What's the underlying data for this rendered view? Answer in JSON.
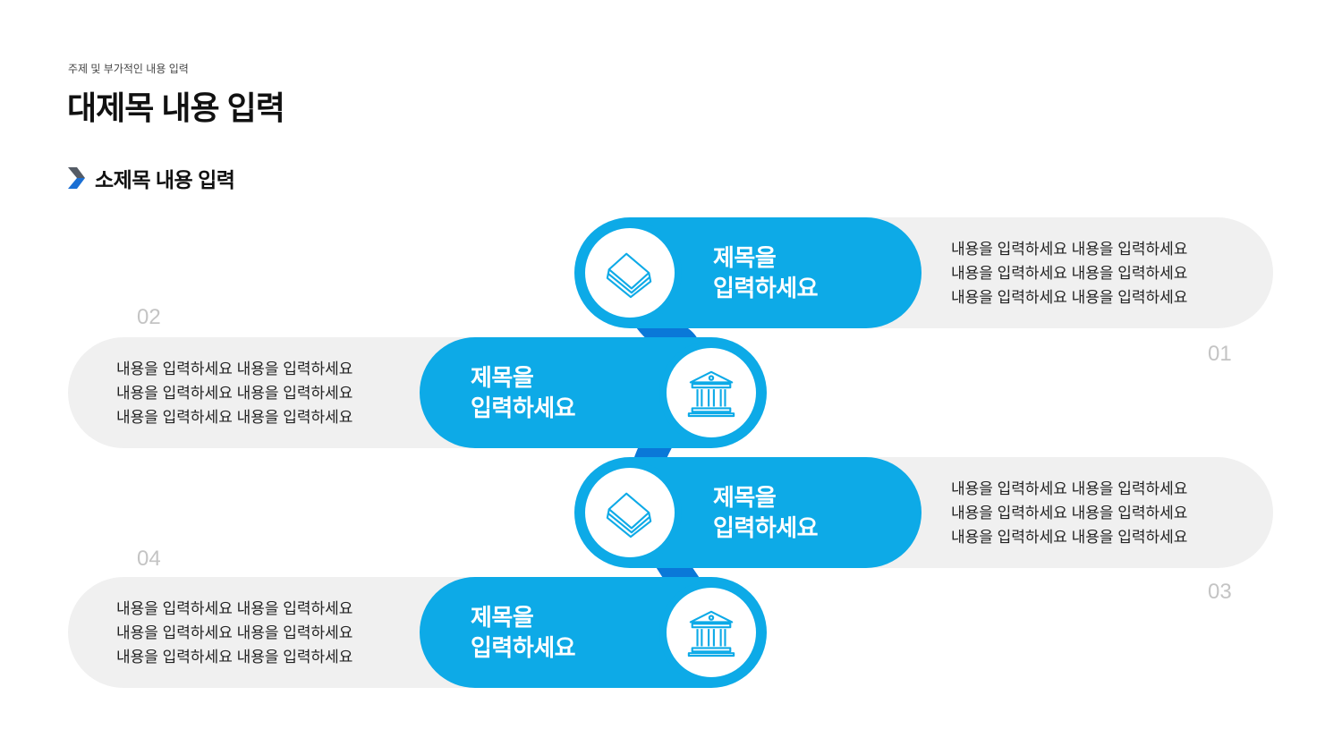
{
  "header": {
    "supertitle": "주제 및 부가적인 내용 입력",
    "title": "대제목 내용 입력",
    "subtitle": "소제목 내용 입력"
  },
  "colors": {
    "accent": "#0daae7",
    "connector": "#0a78d8",
    "track": "#f0f0f0",
    "number": "#c4c4c4"
  },
  "steps": [
    {
      "number": "01",
      "title_line1": "제목을",
      "title_line2": "입력하세요",
      "icon": "document-stack-icon",
      "desc": [
        "내용을 입력하세요 내용을 입력하세요",
        "내용을 입력하세요 내용을 입력하세요",
        "내용을 입력하세요 내용을 입력하세요"
      ]
    },
    {
      "number": "02",
      "title_line1": "제목을",
      "title_line2": "입력하세요",
      "icon": "bank-building-icon",
      "desc": [
        "내용을 입력하세요 내용을 입력하세요",
        "내용을 입력하세요 내용을 입력하세요",
        "내용을 입력하세요 내용을 입력하세요"
      ]
    },
    {
      "number": "03",
      "title_line1": "제목을",
      "title_line2": "입력하세요",
      "icon": "document-stack-icon",
      "desc": [
        "내용을 입력하세요 내용을 입력하세요",
        "내용을 입력하세요 내용을 입력하세요",
        "내용을 입력하세요 내용을 입력하세요"
      ]
    },
    {
      "number": "04",
      "title_line1": "제목을",
      "title_line2": "입력하세요",
      "icon": "bank-building-icon",
      "desc": [
        "내용을 입력하세요 내용을 입력하세요",
        "내용을 입력하세요 내용을 입력하세요",
        "내용을 입력하세요 내용을 입력하세요"
      ]
    }
  ]
}
